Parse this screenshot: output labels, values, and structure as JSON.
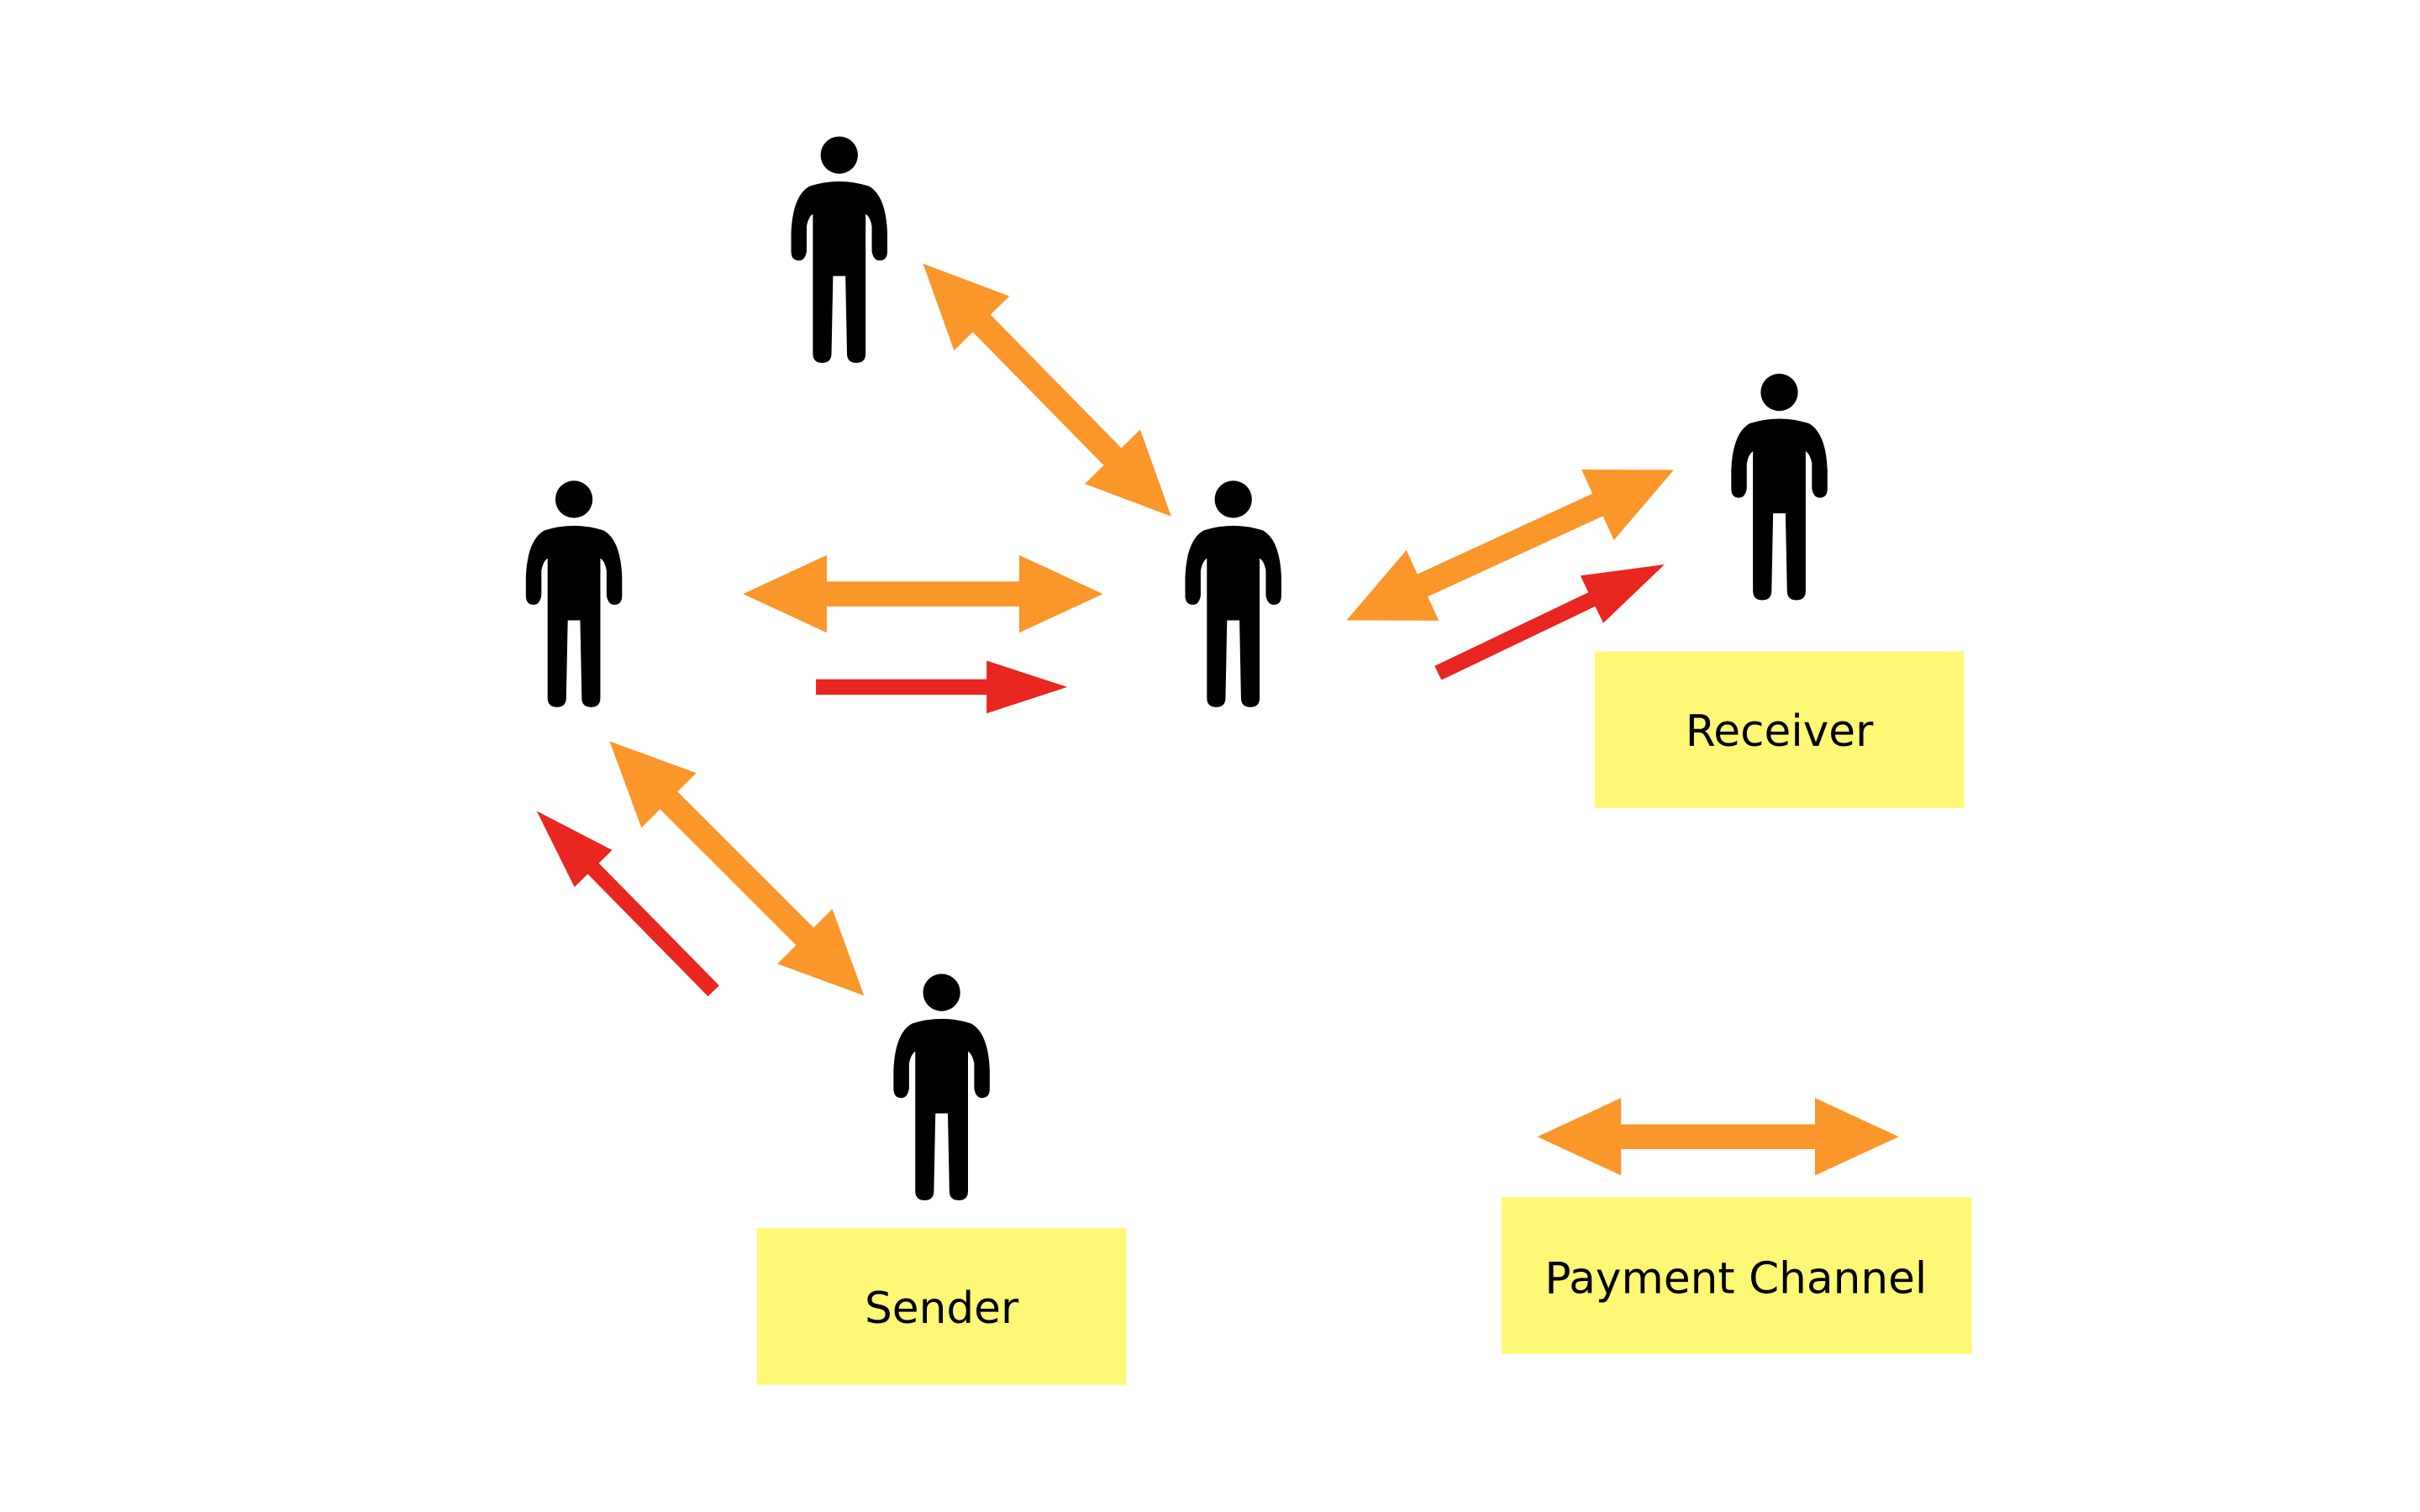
{
  "diagram": {
    "title": "Payment channel network routing",
    "colors": {
      "background": "#ffffff",
      "channel": "#fb962b",
      "payment": "#e9261f",
      "label_box": "#fff874",
      "person": "#000000",
      "text": "#000000"
    },
    "nodes": [
      {
        "id": "top",
        "role": "intermediary",
        "icon": "person-icon"
      },
      {
        "id": "left",
        "role": "intermediary",
        "icon": "person-icon"
      },
      {
        "id": "center",
        "role": "intermediary",
        "icon": "person-icon"
      },
      {
        "id": "right",
        "role": "receiver",
        "icon": "person-icon"
      },
      {
        "id": "sender",
        "role": "sender",
        "icon": "person-icon"
      }
    ],
    "channels": [
      {
        "from": "top",
        "to": "center",
        "type": "bidirectional"
      },
      {
        "from": "left",
        "to": "center",
        "type": "bidirectional"
      },
      {
        "from": "center",
        "to": "right",
        "type": "bidirectional"
      },
      {
        "from": "left",
        "to": "sender",
        "type": "bidirectional"
      }
    ],
    "payments": [
      {
        "from": "sender",
        "to": "left"
      },
      {
        "from": "left",
        "to": "center"
      },
      {
        "from": "center",
        "to": "right"
      }
    ],
    "labels": {
      "receiver": "Receiver",
      "sender": "Sender",
      "legend": "Payment Channel"
    }
  }
}
